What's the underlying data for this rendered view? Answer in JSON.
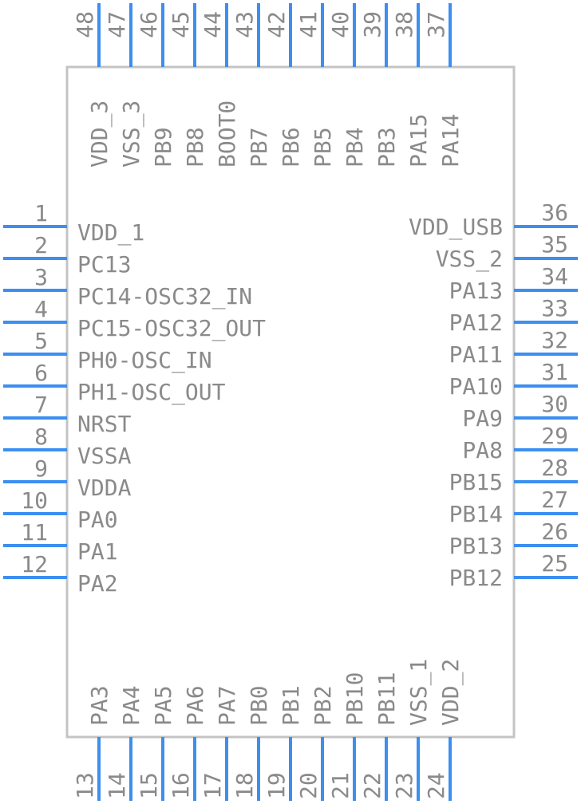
{
  "colors": {
    "pin": "#3c8ff0",
    "body_outline": "#c4c4c4",
    "text": "#8a8a8a"
  },
  "pins": {
    "left": [
      {
        "num": "1",
        "name": "VDD_1"
      },
      {
        "num": "2",
        "name": "PC13"
      },
      {
        "num": "3",
        "name": "PC14-OSC32_IN"
      },
      {
        "num": "4",
        "name": "PC15-OSC32_OUT"
      },
      {
        "num": "5",
        "name": "PH0-OSC_IN"
      },
      {
        "num": "6",
        "name": "PH1-OSC_OUT"
      },
      {
        "num": "7",
        "name": "NRST"
      },
      {
        "num": "8",
        "name": "VSSA"
      },
      {
        "num": "9",
        "name": "VDDA"
      },
      {
        "num": "10",
        "name": "PA0"
      },
      {
        "num": "11",
        "name": "PA1"
      },
      {
        "num": "12",
        "name": "PA2"
      }
    ],
    "bottom": [
      {
        "num": "13",
        "name": "PA3"
      },
      {
        "num": "14",
        "name": "PA4"
      },
      {
        "num": "15",
        "name": "PA5"
      },
      {
        "num": "16",
        "name": "PA6"
      },
      {
        "num": "17",
        "name": "PA7"
      },
      {
        "num": "18",
        "name": "PB0"
      },
      {
        "num": "19",
        "name": "PB1"
      },
      {
        "num": "20",
        "name": "PB2"
      },
      {
        "num": "21",
        "name": "PB10"
      },
      {
        "num": "22",
        "name": "PB11"
      },
      {
        "num": "23",
        "name": "VSS_1"
      },
      {
        "num": "24",
        "name": "VDD_2"
      }
    ],
    "right": [
      {
        "num": "25",
        "name": "PB12"
      },
      {
        "num": "26",
        "name": "PB13"
      },
      {
        "num": "27",
        "name": "PB14"
      },
      {
        "num": "28",
        "name": "PB15"
      },
      {
        "num": "29",
        "name": "PA8"
      },
      {
        "num": "30",
        "name": "PA9"
      },
      {
        "num": "31",
        "name": "PA10"
      },
      {
        "num": "32",
        "name": "PA11"
      },
      {
        "num": "33",
        "name": "PA12"
      },
      {
        "num": "34",
        "name": "PA13"
      },
      {
        "num": "35",
        "name": "VSS_2"
      },
      {
        "num": "36",
        "name": "VDD_USB"
      }
    ],
    "top": [
      {
        "num": "37",
        "name": "PA14"
      },
      {
        "num": "38",
        "name": "PA15"
      },
      {
        "num": "39",
        "name": "PB3"
      },
      {
        "num": "40",
        "name": "PB4"
      },
      {
        "num": "41",
        "name": "PB5"
      },
      {
        "num": "42",
        "name": "PB6"
      },
      {
        "num": "43",
        "name": "PB7"
      },
      {
        "num": "44",
        "name": "BOOT0"
      },
      {
        "num": "45",
        "name": "PB8"
      },
      {
        "num": "46",
        "name": "PB9"
      },
      {
        "num": "47",
        "name": "VSS_3"
      },
      {
        "num": "48",
        "name": "VDD_3"
      }
    ]
  }
}
